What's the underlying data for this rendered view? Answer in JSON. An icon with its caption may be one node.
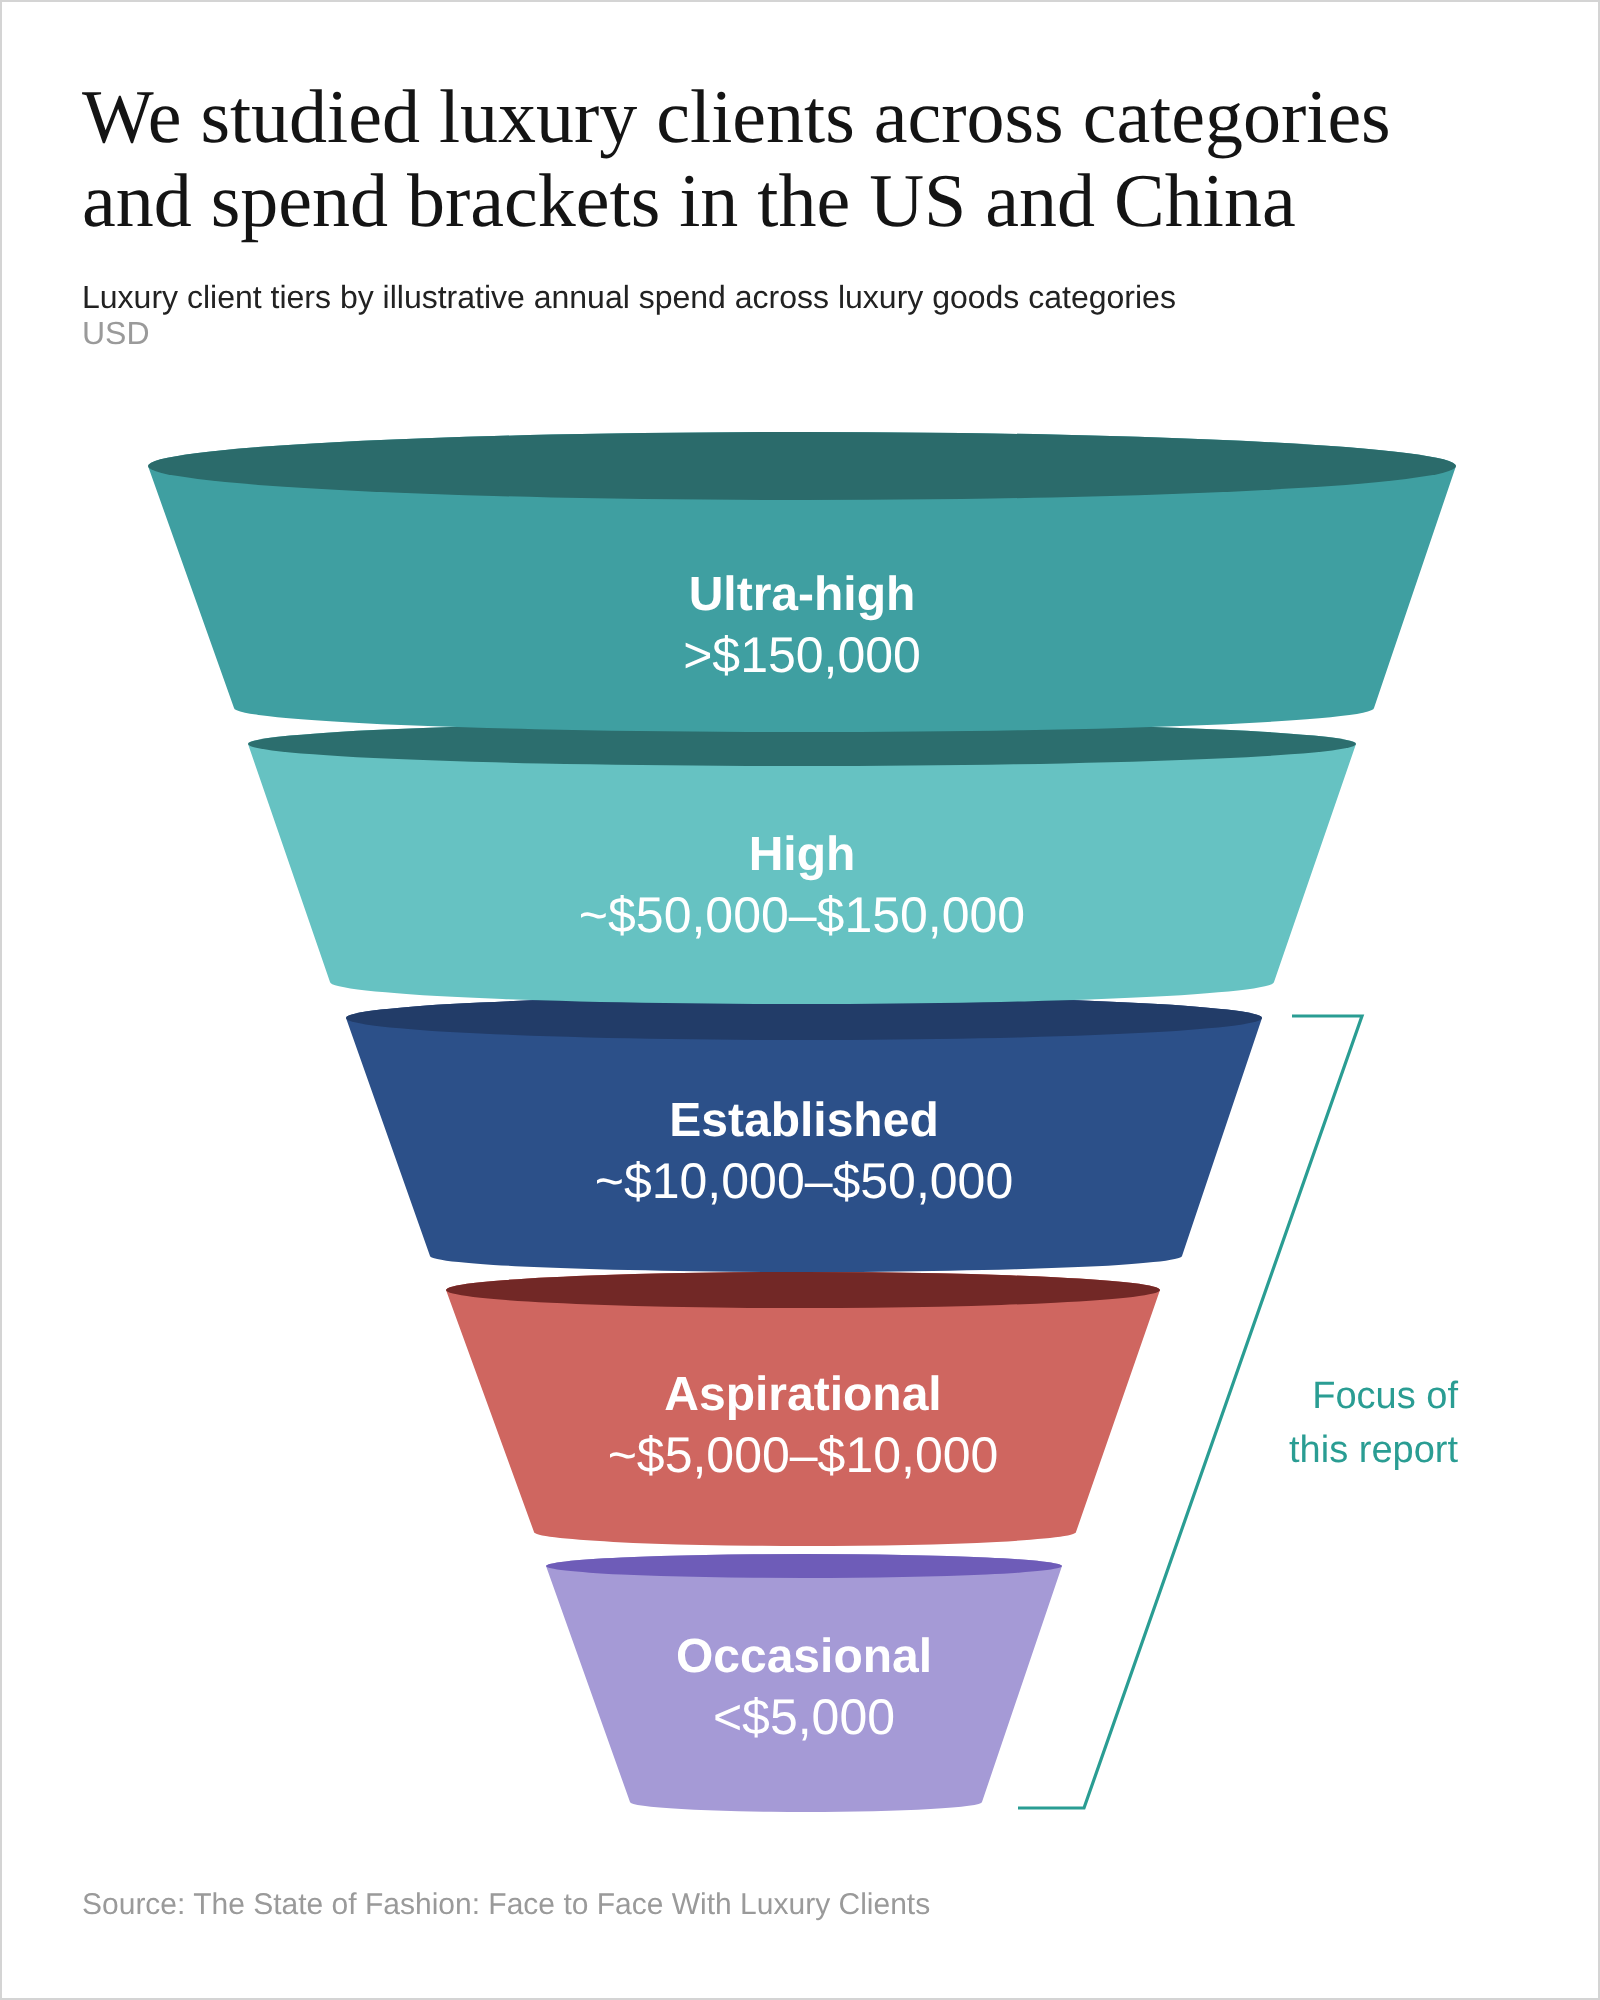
{
  "diagram": {
    "title": "We studied luxury clients across categories and spend brackets in the US and China",
    "nodes": [
      {
        "text": [
          "Ultra-high",
          ">$150,000"
        ]
      },
      {
        "text": [
          "High",
          "~$50,000–$150,000"
        ]
      },
      {
        "text": [
          "Established",
          "~$10,000–$50,000"
        ]
      },
      {
        "text": [
          "Aspirational",
          "~$5,000–$10,000"
        ]
      },
      {
        "text": [
          "Occasional",
          "<$5,000"
        ]
      }
    ],
    "labels": [
      "Luxury client tiers by illustrative annual spend across luxury goods categories",
      "USD",
      "Focus of this report",
      "Source: The State of Fashion: Face to Face With Luxury Clients"
    ]
  }
}
